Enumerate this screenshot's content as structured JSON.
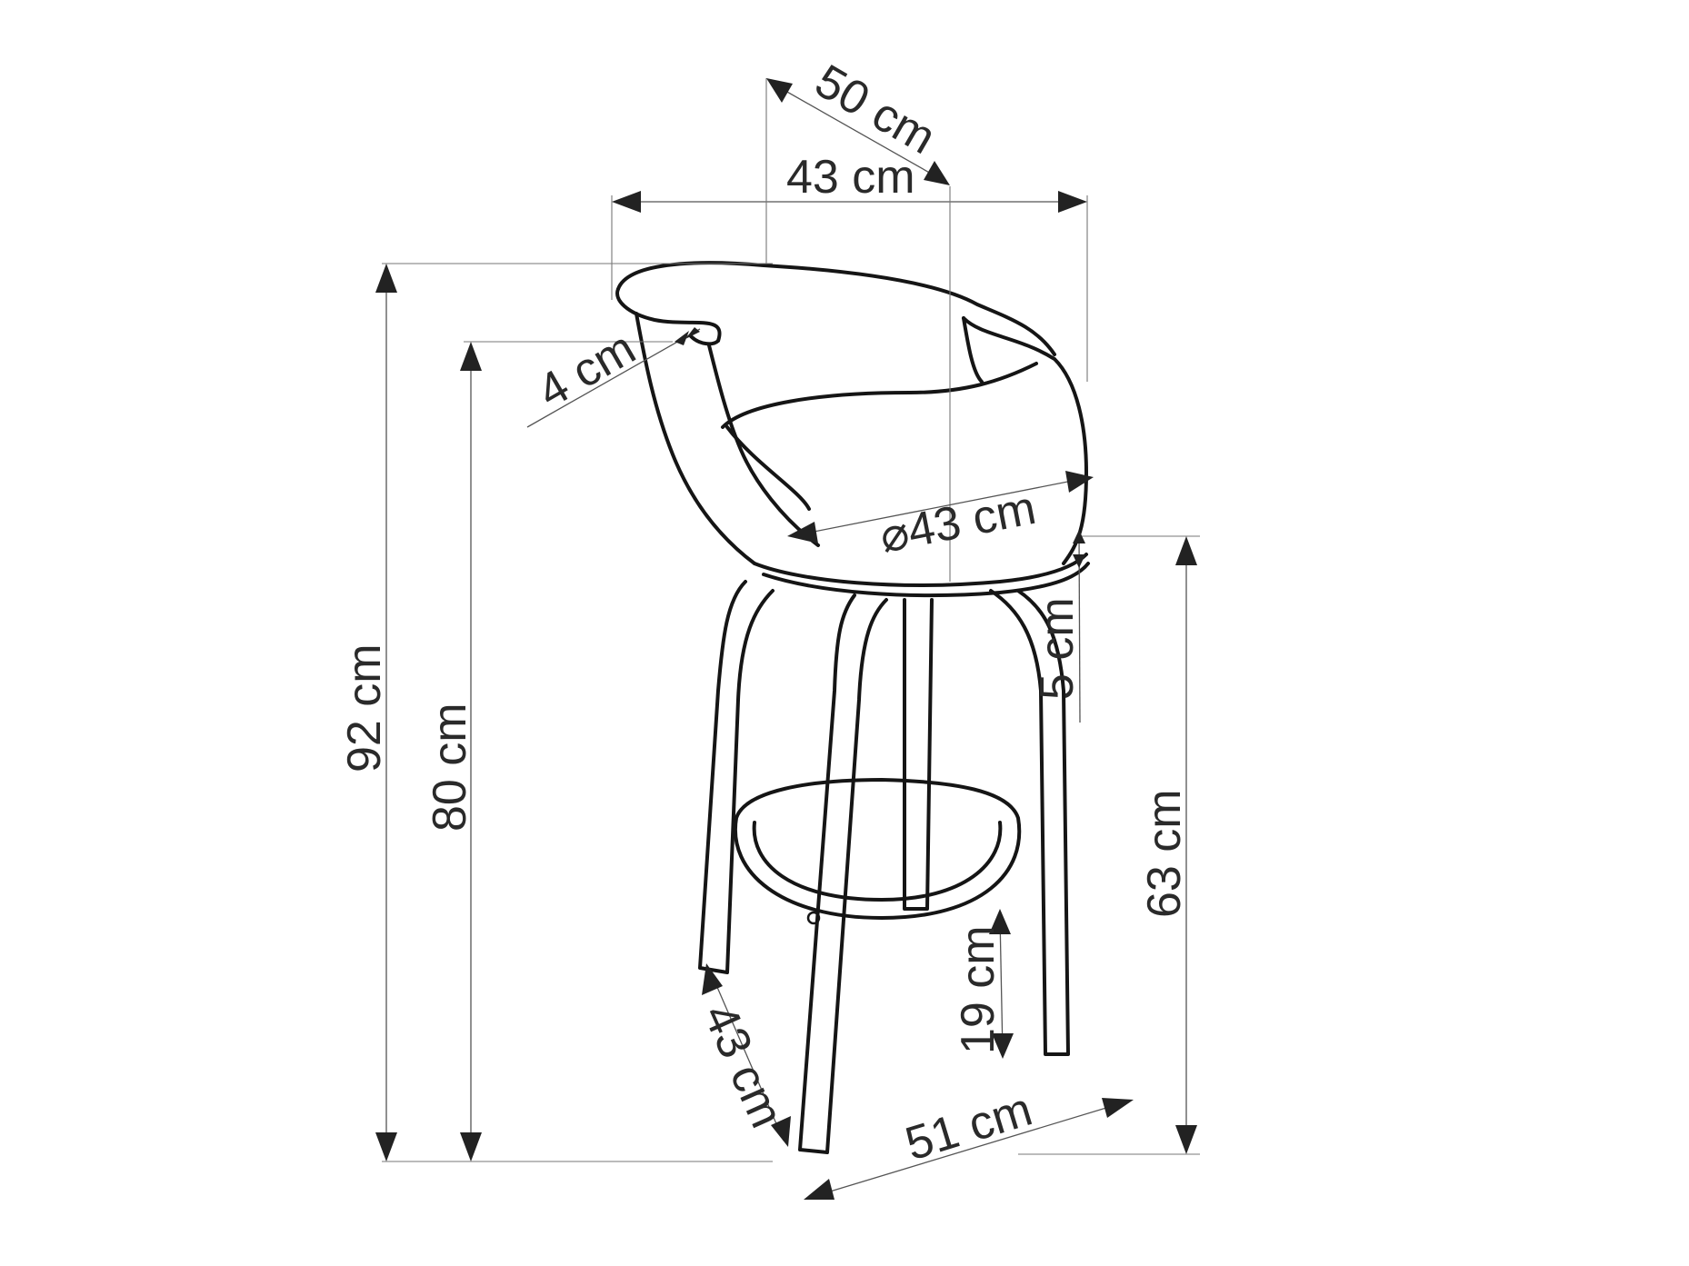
{
  "diagram": {
    "subject": "bar stool with swivel seat",
    "dimensions": {
      "total_height": "92 cm",
      "armrest_height": "80 cm",
      "seat_height": "63 cm",
      "footrest_height": "19 cm",
      "seat_depth_thickness": "5 cm",
      "armrest_thickness": "4 cm",
      "seat_diameter": "⌀43 cm",
      "width": "43 cm",
      "depth_diagonal": "50 cm",
      "base_width": "51 cm",
      "base_depth": "43 cm"
    }
  }
}
